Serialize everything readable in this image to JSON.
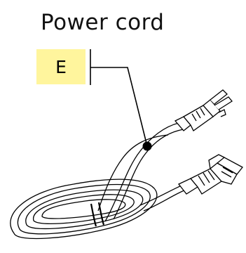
{
  "figure": {
    "title": "Power cord",
    "callout_letter": "E"
  },
  "colors": {
    "label_background": "#fff59d",
    "line": "#000000"
  },
  "icons": {
    "cord": "coiled-power-cord-illustration"
  }
}
